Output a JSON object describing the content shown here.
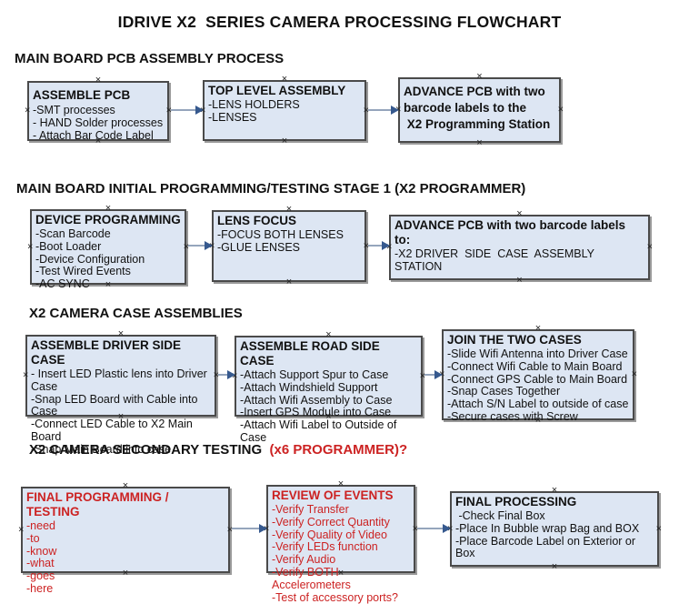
{
  "title": "IDRIVE X2  SERIES CAMERA PROCESSING FLOWCHART",
  "colors": {
    "background": "#ffffff",
    "box_fill": "#dde6f3",
    "box_border": "#4a4a4a",
    "box_shadow": "#9a9a9a",
    "arrow_line": "#95a5bc",
    "arrow_head": "#36598e",
    "red_text": "#cc2222",
    "black_text": "#111111"
  },
  "sections": [
    {
      "heading": "MAIN BOARD PCB ASSEMBLY PROCESS",
      "boxes": [
        {
          "title": "ASSEMBLE PCB",
          "items": [
            "-SMT processes",
            "- HAND Solder processes",
            "- Attach Bar Code Label"
          ]
        },
        {
          "title": "TOP LEVEL ASSEMBLY",
          "items": [
            "-LENS HOLDERS",
            "-LENSES"
          ]
        },
        {
          "title": "ADVANCE PCB with two\nbarcode labels to the\n X2 Programming Station",
          "items": []
        }
      ]
    },
    {
      "heading": "MAIN BOARD INITIAL PROGRAMMING/TESTING STAGE 1 (X2 PROGRAMMER)",
      "boxes": [
        {
          "title": "DEVICE PROGRAMMING",
          "items": [
            "-Scan Barcode",
            "-Boot Loader",
            "-Device Configuration",
            "-Test Wired Events",
            "-AC SYNC"
          ]
        },
        {
          "title": "LENS FOCUS",
          "items": [
            "-FOCUS BOTH LENSES",
            "-GLUE LENSES"
          ]
        },
        {
          "title": "ADVANCE PCB with two barcode labels to:",
          "items": [
            "-X2 DRIVER  SIDE  CASE  ASSEMBLY STATION"
          ]
        }
      ]
    },
    {
      "heading": "X2 CAMERA CASE ASSEMBLIES",
      "boxes": [
        {
          "title": "ASSEMBLE DRIVER SIDE CASE",
          "items": [
            "- Insert LED Plastic lens into Driver Case",
            "-Snap LED Board with Cable into Case",
            "-Connect LED Cable to X2 Main Board",
            "-Snap Main Board into case"
          ]
        },
        {
          "title": "ASSEMBLE ROAD SIDE CASE",
          "items": [
            "-Attach Support Spur to Case",
            "-Attach Windshield Support",
            "-Attach Wifi Assembly to Case",
            "-Insert GPS Module into Case",
            "-Attach Wifi Label to Outside of Case"
          ]
        },
        {
          "title": "JOIN THE TWO CASES",
          "items": [
            "-Slide Wifi Antenna into Driver Case",
            "-Connect Wifi Cable to Main Board",
            "-Connect GPS Cable to Main Board",
            "-Snap Cases Together",
            "-Attach S/N Label to outside of case",
            "-Secure cases with Screw"
          ]
        }
      ]
    },
    {
      "heading": "X2 CAMERA SECONDARY TESTING ",
      "heading_red": " (x6 PROGRAMMER)?",
      "boxes": [
        {
          "title": "FINAL PROGRAMMING / TESTING",
          "color": "red",
          "items": [
            "-need",
            "-to",
            "-know",
            "-what",
            "-goes",
            "-here"
          ]
        },
        {
          "title": "REVIEW OF EVENTS",
          "color": "red",
          "items": [
            "-Verify Transfer",
            "-Verify Correct Quantity",
            "-Verify Quality of Video",
            "-Verify LEDs function",
            "-Verify Audio",
            "-Verify BOTH Accelerometers",
            "-Test of accessory ports?"
          ]
        },
        {
          "title": "FINAL PROCESSING",
          "items": [
            " -Check Final Box",
            "-Place In Bubble wrap Bag and BOX",
            "-Place Barcode Label on Exterior or Box"
          ]
        }
      ]
    }
  ]
}
